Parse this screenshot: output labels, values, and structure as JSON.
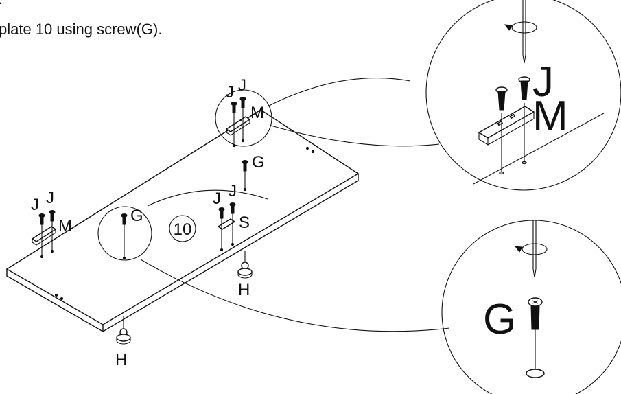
{
  "instructions": {
    "line1": ".",
    "line2": "plate 10 using screw(G)."
  },
  "labels": {
    "panel_number": "10",
    "screw_g": "G",
    "screw_j": "J",
    "bracket_m": "M",
    "plate_s": "S",
    "foot_h": "H"
  },
  "detail_views": {
    "top": {
      "screw": "J",
      "bracket": "M"
    },
    "bottom": {
      "screw": "G"
    }
  }
}
